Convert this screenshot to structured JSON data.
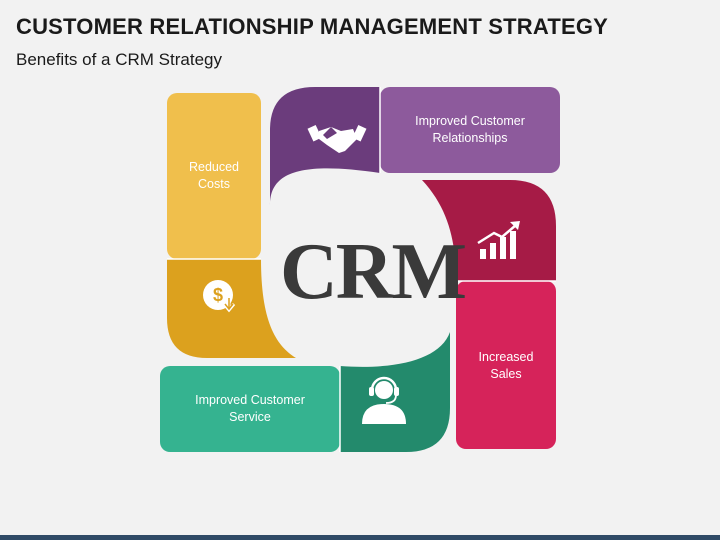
{
  "header": {
    "title": "CUSTOMER RELATIONSHIP MANAGEMENT STRATEGY",
    "subtitle": "Benefits of a CRM Strategy"
  },
  "center": {
    "label": "CRM"
  },
  "segments": [
    {
      "label": "Reduced\nCosts",
      "icon": "dollar-down-icon",
      "color": "#f0bf4c",
      "shade": "#dca11e"
    },
    {
      "label": "Improved Customer\nRelationships",
      "icon": "handshake-icon",
      "color": "#8d5a9c",
      "shade": "#6b3c7c"
    },
    {
      "label": "Increased\nSales",
      "icon": "growth-chart-icon",
      "color": "#d6235a",
      "shade": "#a61b46"
    },
    {
      "label": "Improved Customer\nService",
      "icon": "headset-support-icon",
      "color": "#35b390",
      "shade": "#238a6c"
    }
  ],
  "colors": {
    "background": "#f2f2f2",
    "text": "#1a1a1a",
    "crm": "#3a3a3a",
    "bottom_bar": "#2f4a66"
  }
}
